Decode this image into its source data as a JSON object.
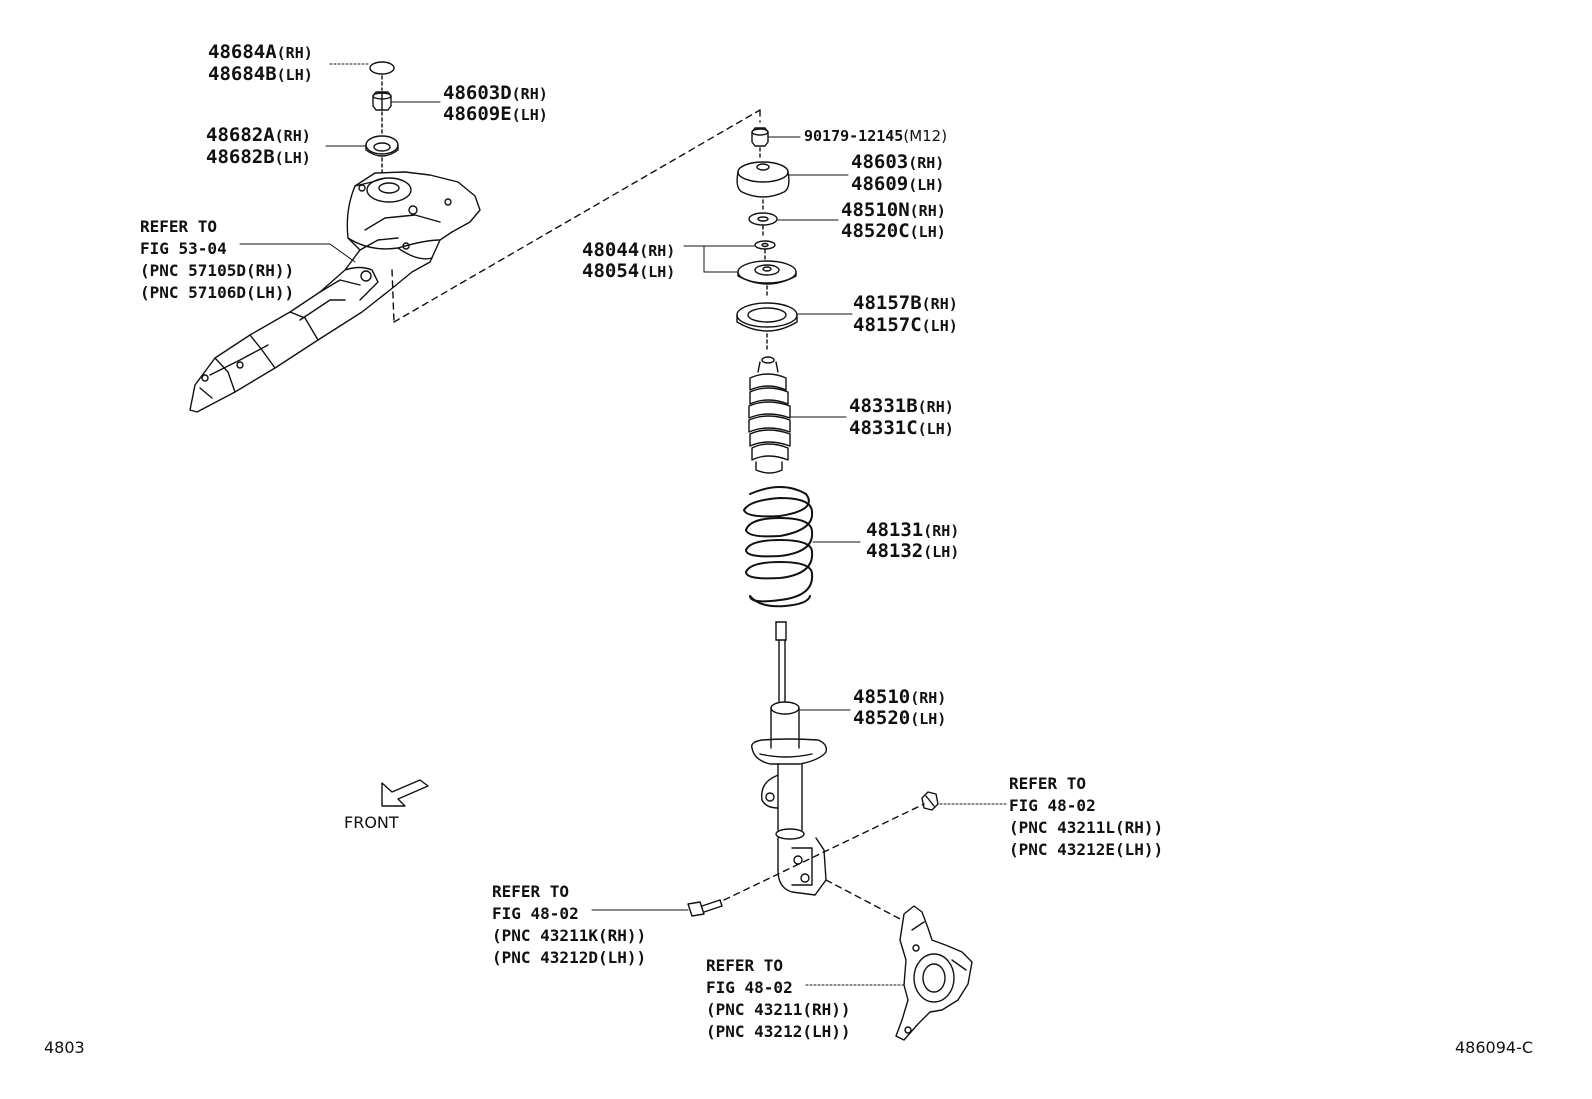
{
  "callouts": [
    {
      "part": "48684A",
      "side": "(RH)"
    },
    {
      "part": "48684B",
      "side": "(LH)"
    },
    {
      "part": "48603D",
      "side": "(RH)"
    },
    {
      "part": "48609E",
      "side": "(LH)"
    },
    {
      "part": "48682A",
      "side": "(RH)"
    },
    {
      "part": "48682B",
      "side": "(LH)"
    },
    {
      "part": "90179-12145",
      "side": "(M12)"
    },
    {
      "part": "48603",
      "side": "(RH)"
    },
    {
      "part": "48609",
      "side": "(LH)"
    },
    {
      "part": "48510N",
      "side": "(RH)"
    },
    {
      "part": "48520C",
      "side": "(LH)"
    },
    {
      "part": "48044",
      "side": "(RH)"
    },
    {
      "part": "48054",
      "side": "(LH)"
    },
    {
      "part": "48157B",
      "side": "(RH)"
    },
    {
      "part": "48157C",
      "side": "(LH)"
    },
    {
      "part": "48331B",
      "side": "(RH)"
    },
    {
      "part": "48331C",
      "side": "(LH)"
    },
    {
      "part": "48131",
      "side": "(RH)"
    },
    {
      "part": "48132",
      "side": "(LH)"
    },
    {
      "part": "48510",
      "side": "(RH)"
    },
    {
      "part": "48520",
      "side": "(LH)"
    }
  ],
  "references": [
    {
      "line1": "REFER TO",
      "line2": "FIG 53-04",
      "line3": "(PNC 57105D(RH))",
      "line4": "(PNC 57106D(LH))"
    },
    {
      "line1": "REFER TO",
      "line2": "FIG 48-02",
      "line3": "(PNC 43211L(RH))",
      "line4": "(PNC 43212E(LH))"
    },
    {
      "line1": "REFER TO",
      "line2": "FIG 48-02",
      "line3": "(PNC 43211K(RH))",
      "line4": "(PNC 43212D(LH))"
    },
    {
      "line1": "REFER TO",
      "line2": "FIG 48-02",
      "line3": "(PNC 43211(RH))",
      "line4": "(PNC 43212(LH))"
    }
  ],
  "front_label": "FRONT",
  "footer_left": "4803",
  "footer_right": "486094-C",
  "colors": {
    "ink": "#111111",
    "background": "#ffffff"
  }
}
